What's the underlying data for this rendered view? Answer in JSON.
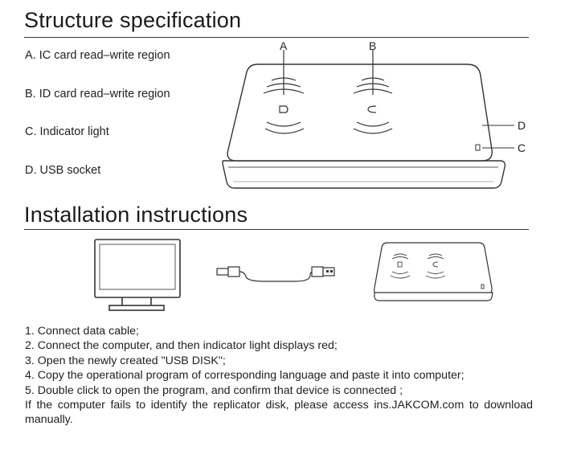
{
  "structure": {
    "title": "Structure specification",
    "labels": [
      "A. IC card read–write region",
      "B. ID card read–write region",
      "C. Indicator light",
      "D. USB socket"
    ],
    "callouts": {
      "a": "A",
      "b": "B",
      "c": "C",
      "d": "D"
    }
  },
  "installation": {
    "title": "Installation instructions",
    "steps": [
      "1. Connect data cable;",
      "2. Connect the computer, and then indicator light displays red;",
      "3. Open the newly created \"USB DISK\";",
      "4. Copy the operational program of corresponding language and paste it into computer;",
      "5. Double click to open the program, and confirm that device is connected ;",
      "If the computer fails to identify the replicator disk, please access ins.JAKCOM.com to download manually."
    ]
  }
}
